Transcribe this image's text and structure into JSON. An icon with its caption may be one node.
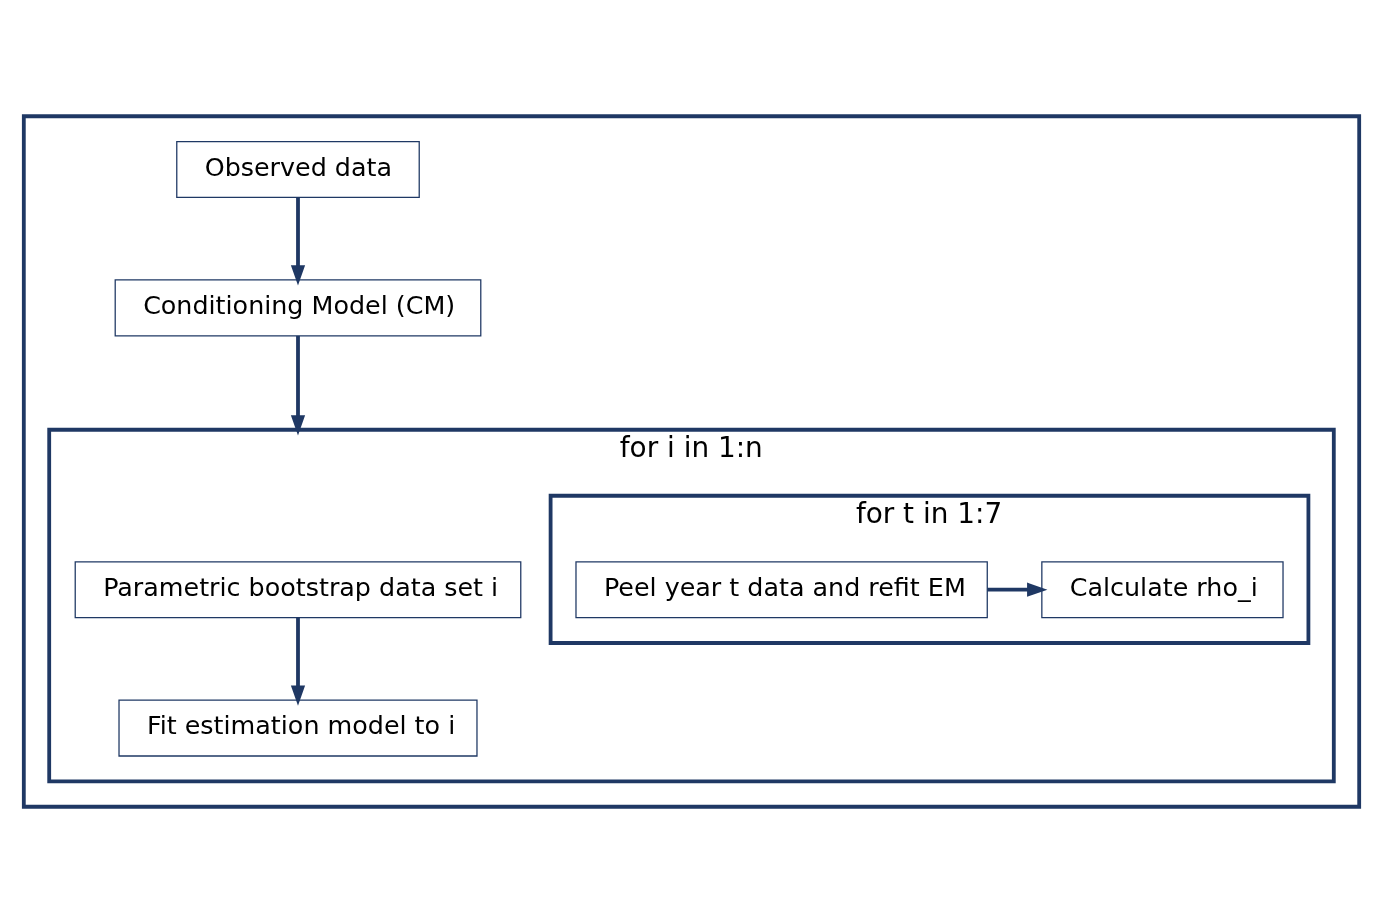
{
  "diagram": {
    "nodes": [
      {
        "text": [],
        "shape": "box"
      },
      {
        "text": [
          "Observed data"
        ],
        "in": 0
      },
      {
        "text": [
          "Conditioning Model (CM)"
        ],
        "in": 0
      },
      {
        "text": [
          "for i in 1:n"
        ],
        "in": 0
      },
      {
        "text": [
          "Parametric bootstrap data set i"
        ],
        "in": 3
      },
      {
        "text": [
          "Fit estimation model to i"
        ],
        "in": 3
      },
      {
        "text": [
          "for t in 1:7"
        ],
        "in": 3
      },
      {
        "text": [
          "Peel year t data and refit EM"
        ],
        "in": 6
      },
      {
        "text": [
          "Calculate rho_i"
        ],
        "in": 6
      }
    ],
    "edges": [
      {
        "from": 1,
        "to": 2,
        "arrow": "to"
      },
      {
        "from": 2,
        "to": 3,
        "arrow": "to"
      },
      {
        "from": 4,
        "to": 5,
        "arrow": "to"
      },
      {
        "from": 7,
        "to": 8,
        "arrow": "to"
      }
    ]
  }
}
